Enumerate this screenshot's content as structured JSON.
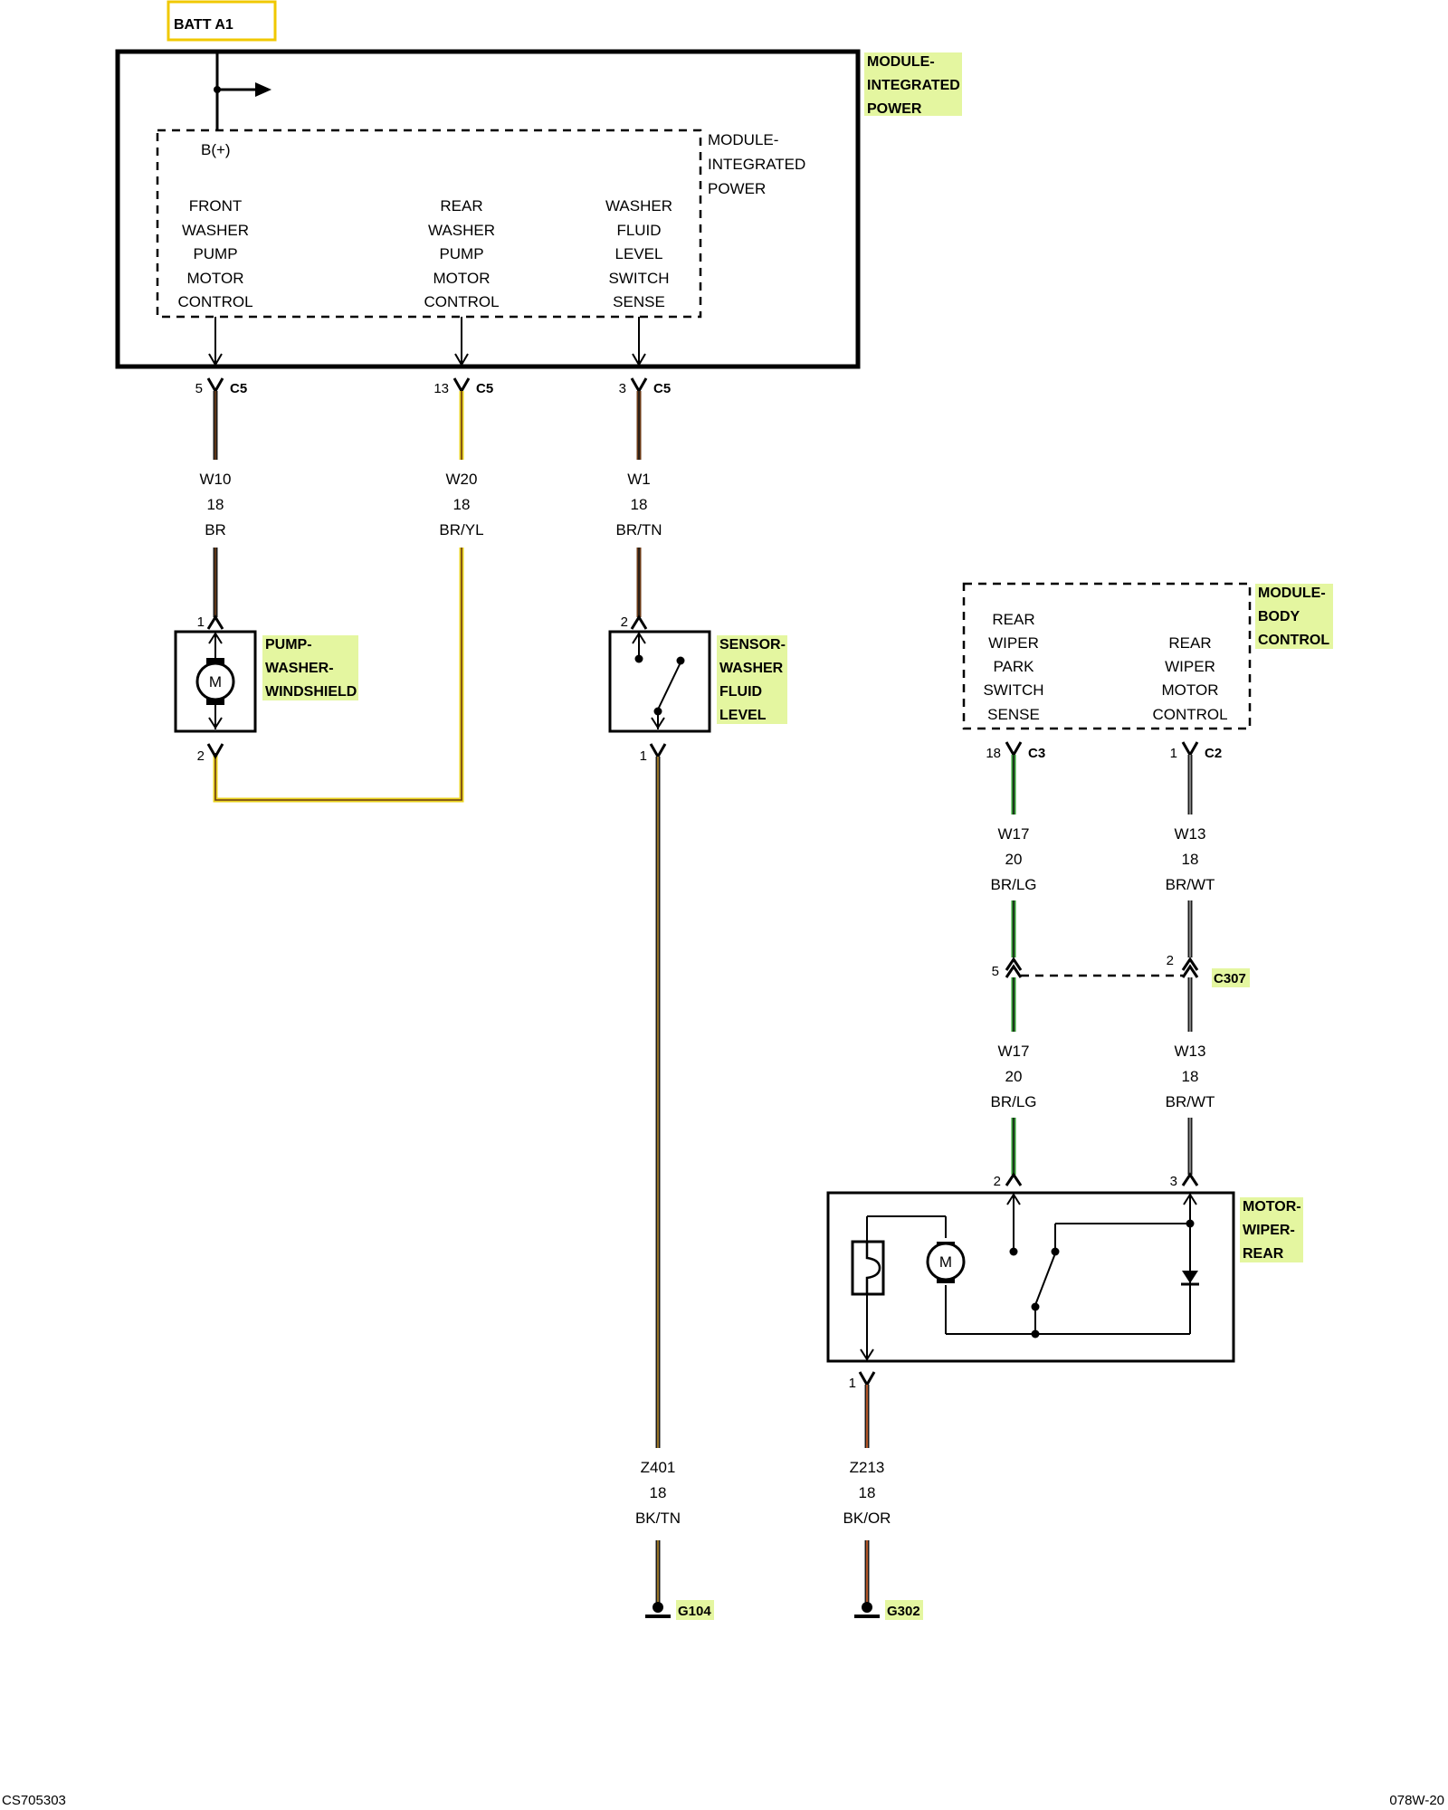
{
  "batt": {
    "label": "BATT A1"
  },
  "module_ipm": {
    "name_lines": [
      "MODULE-",
      "INTEGRATED",
      "POWER"
    ],
    "inner_name_lines": [
      "MODULE-",
      "INTEGRATED",
      "POWER"
    ],
    "bplus": "B(+)",
    "circuits": [
      {
        "lines": [
          "FRONT",
          "WASHER",
          "PUMP",
          "MOTOR",
          "CONTROL"
        ]
      },
      {
        "lines": [
          "REAR",
          "WASHER",
          "PUMP",
          "MOTOR",
          "CONTROL"
        ]
      },
      {
        "lines": [
          "WASHER",
          "FLUID",
          "LEVEL",
          "SWITCH",
          "SENSE"
        ]
      }
    ],
    "pins": [
      {
        "pin": "5",
        "connector": "C5"
      },
      {
        "pin": "13",
        "connector": "C5"
      },
      {
        "pin": "3",
        "connector": "C5"
      }
    ]
  },
  "wires_top": [
    {
      "circuit": "W10",
      "gauge": "18",
      "color": "BR",
      "stroke": "#1c1c1c",
      "tracer": "#6b3a16"
    },
    {
      "circuit": "W20",
      "gauge": "18",
      "color": "BR/YL",
      "stroke": "#e8d21c",
      "tracer": "#6b3a16"
    },
    {
      "circuit": "W1",
      "gauge": "18",
      "color": "BR/TN",
      "stroke": "#6b3a16",
      "tracer": "#1c1c1c"
    }
  ],
  "pump": {
    "name_lines": [
      "PUMP-",
      "WASHER-",
      "WINDSHIELD"
    ],
    "motor": "M",
    "pin_top": "1",
    "pin_bottom": "2"
  },
  "sensor": {
    "name_lines": [
      "SENSOR-",
      "WASHER",
      "FLUID",
      "LEVEL"
    ],
    "pin_top": "2",
    "pin_bottom": "1"
  },
  "wire_z401": {
    "circuit": "Z401",
    "gauge": "18",
    "color": "BK/TN",
    "stroke": "#1c1c1c",
    "tracer": "#b88a2a"
  },
  "ground_g104": "G104",
  "module_bcm": {
    "name_lines": [
      "MODULE-",
      "BODY",
      "CONTROL"
    ],
    "circuits": [
      {
        "lines": [
          "REAR",
          "WIPER",
          "PARK",
          "SWITCH",
          "SENSE"
        ]
      },
      {
        "lines": [
          "REAR",
          "WIPER",
          "MOTOR",
          "CONTROL"
        ]
      }
    ],
    "pins": [
      {
        "pin": "18",
        "connector": "C3"
      },
      {
        "pin": "1",
        "connector": "C2"
      }
    ]
  },
  "wires_bcm": [
    {
      "circuit": "W17",
      "gauge": "20",
      "color": "BR/LG",
      "stroke": "#2e9a2e",
      "tracer": "#1c1c1c"
    },
    {
      "circuit": "W13",
      "gauge": "18",
      "color": "BR/WT",
      "stroke": "#1c1c1c",
      "tracer": "#9c9c9c"
    }
  ],
  "c307": {
    "connector": "C307",
    "pins": [
      "5",
      "2"
    ]
  },
  "motor_rear": {
    "name_lines": [
      "MOTOR-",
      "WIPER-",
      "REAR"
    ],
    "motor": "M",
    "pins": [
      "2",
      "3",
      "1"
    ]
  },
  "wire_z213": {
    "circuit": "Z213",
    "gauge": "18",
    "color": "BK/OR",
    "stroke": "#1c1c1c",
    "tracer": "#d9642a"
  },
  "ground_g302": "G302",
  "footer": {
    "left": "CS705303",
    "right": "078W-20"
  }
}
